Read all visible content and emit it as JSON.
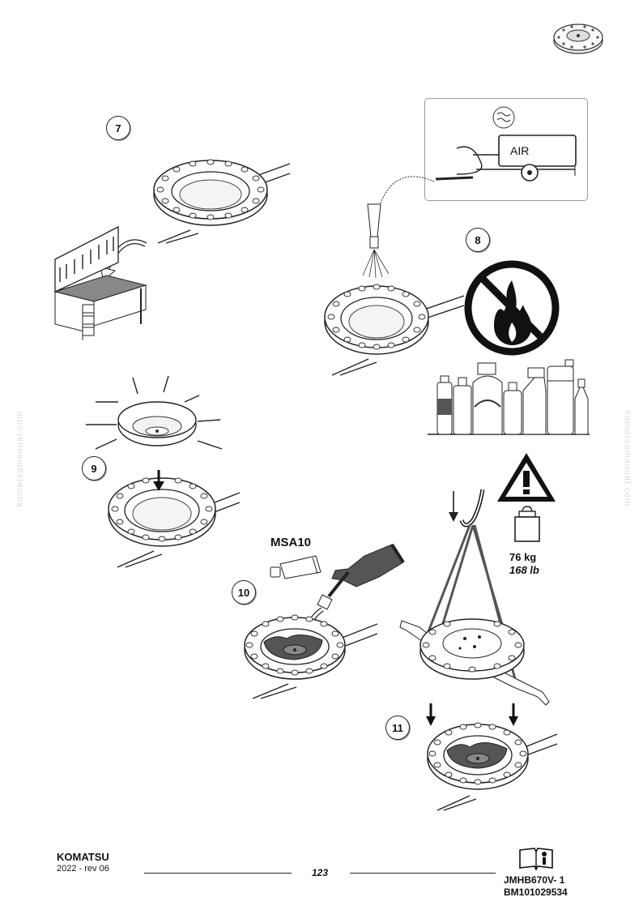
{
  "steps": [
    "7",
    "8",
    "9",
    "10",
    "11"
  ],
  "compressor_label": "AIR",
  "sealant_label": "MSA10",
  "weight": {
    "kg": "76 kg",
    "lb": "168 lb"
  },
  "watermark": "komatsumanual.com",
  "footer": {
    "brand": "KOMATSU",
    "revision": "2022 -  rev 06",
    "page_number": "123",
    "doc_code": "JMHB670V- 1",
    "serial_code": "BM101029534"
  },
  "icons": [
    "component-thumbnail-icon",
    "workbench-icon",
    "air-compressor-icon",
    "no-flame-icon",
    "cleaning-products-icon",
    "warning-triangle-icon",
    "weight-icon",
    "lifting-hook-icon",
    "sealant-tube-icon",
    "manual-book-icon"
  ]
}
